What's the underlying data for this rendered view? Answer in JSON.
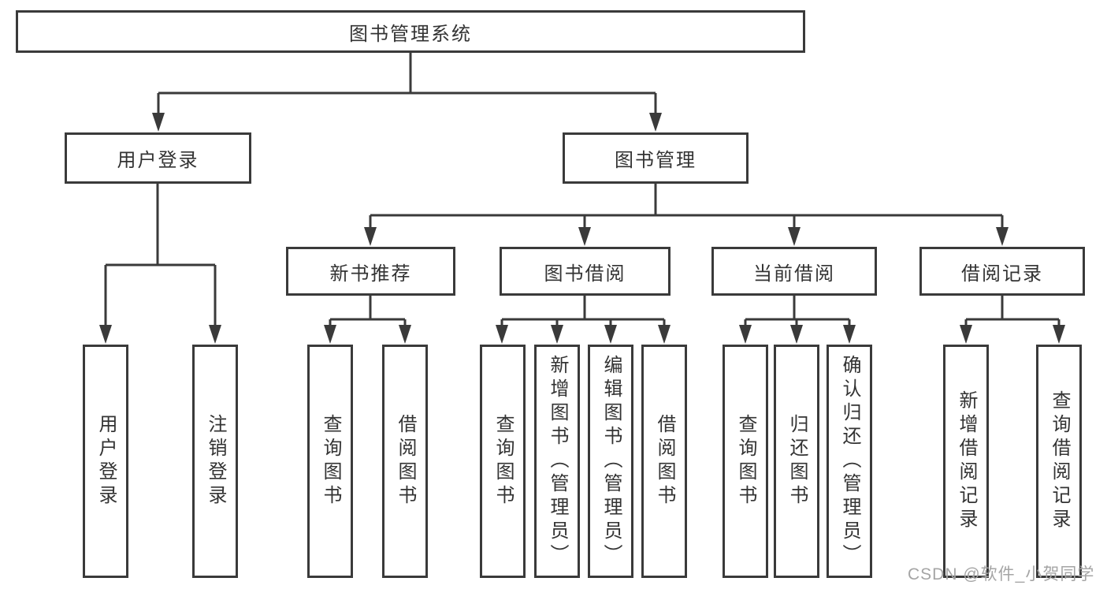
{
  "tree": {
    "label": "图书管理系统",
    "children": [
      {
        "label": "用户登录",
        "children": [
          {
            "label": "用户登录"
          },
          {
            "label": "注销登录"
          }
        ]
      },
      {
        "label": "图书管理",
        "children": [
          {
            "label": "新书推荐",
            "children": [
              {
                "label": "查询图书"
              },
              {
                "label": "借阅图书"
              }
            ]
          },
          {
            "label": "图书借阅",
            "children": [
              {
                "label": "查询图书"
              },
              {
                "label": "新增图书（管理员）"
              },
              {
                "label": "编辑图书（管理员）"
              },
              {
                "label": "借阅图书"
              }
            ]
          },
          {
            "label": "当前借阅",
            "children": [
              {
                "label": "查询图书"
              },
              {
                "label": "归还图书"
              },
              {
                "label": "确认归还（管理员）"
              }
            ]
          },
          {
            "label": "借阅记录",
            "children": [
              {
                "label": "新增借阅记录"
              },
              {
                "label": "查询借阅记录"
              }
            ]
          }
        ]
      }
    ]
  },
  "watermark": "CSDN @软件_小贺同学",
  "colors": {
    "line": "#3a3a3a",
    "text": "#333333",
    "watermark": "#a5a5a5",
    "background": "#ffffff"
  }
}
